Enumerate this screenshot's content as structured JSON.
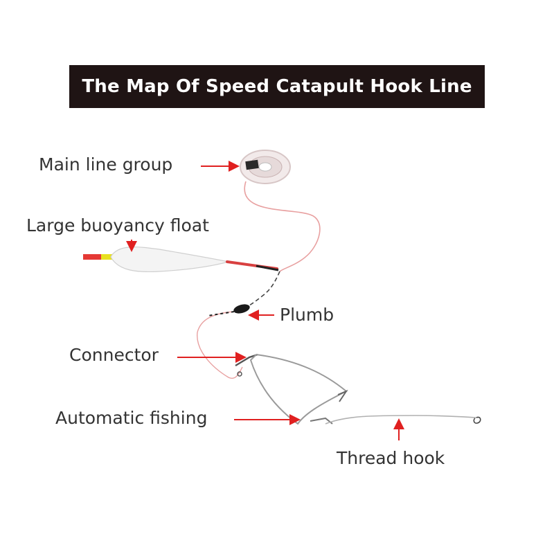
{
  "title": "The Map Of Speed Catapult Hook Line",
  "labels": {
    "main_line_group": "Main line group",
    "large_buoyancy_float": "Large buoyancy float",
    "plumb": "Plumb",
    "connector": "Connector",
    "automatic_fishing": "Automatic fishing",
    "thread_hook": "Thread hook"
  },
  "colors": {
    "title_background": "#1f1414",
    "title_text": "#ffffff",
    "label_text": "#333333",
    "arrow": "#e02020",
    "line": "#e8a0a0",
    "wire": "#9a9a9a"
  }
}
